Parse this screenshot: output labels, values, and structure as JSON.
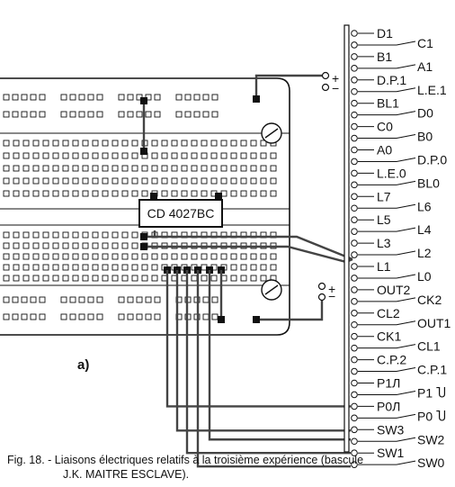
{
  "figure": {
    "panel_label": "a)",
    "chip_label": "CD 4027BC",
    "caption_line1": "Fig. 18. - Liaisons électriques relatifs à la troisième expérience (bascule",
    "caption_line2": "J.K. MAITRE ESCLAVE).",
    "supply_plus": "+",
    "supply_minus": "−"
  },
  "connector": {
    "left_pins": [
      "D1",
      "B1",
      "D.P.1",
      "BL1",
      "C0",
      "A0",
      "L.E.0",
      "L7",
      "L5",
      "L3",
      "L1",
      "OUT2",
      "CL2",
      "CK1",
      "C.P.2",
      "P1Л",
      "P0Л",
      "SW3",
      "SW1"
    ],
    "right_pins": [
      "C1",
      "A1",
      "L.E.1",
      "D0",
      "B0",
      "D.P.0",
      "BL0",
      "L6",
      "L4",
      "L2",
      "L0",
      "CK2",
      "OUT1",
      "CL1",
      "C.P.1",
      "P1 Ⴎ",
      "P0 Ⴎ",
      "SW2",
      "SW0"
    ]
  }
}
